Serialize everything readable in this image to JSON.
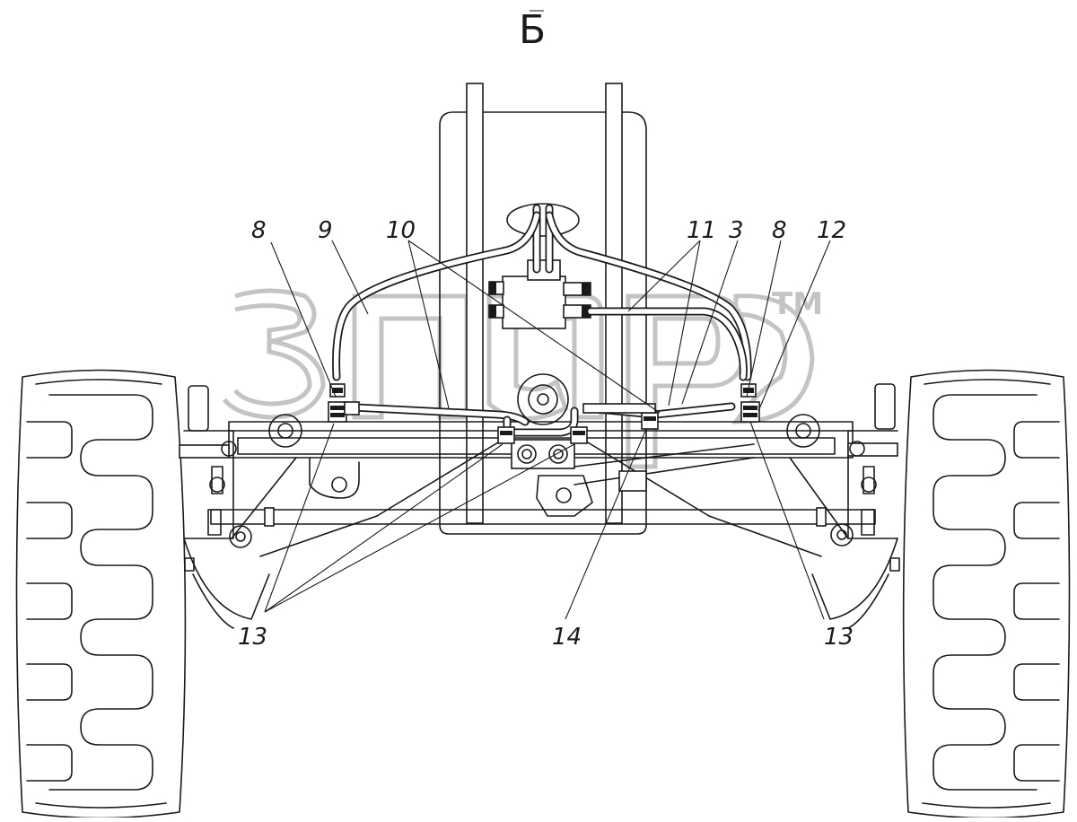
{
  "view_label": "Б",
  "watermark": {
    "trademark": "TM"
  },
  "callouts": [
    {
      "id": "c8l",
      "text": "8"
    },
    {
      "id": "c9",
      "text": "9"
    },
    {
      "id": "c10",
      "text": "10"
    },
    {
      "id": "c11",
      "text": "11"
    },
    {
      "id": "c3",
      "text": "3"
    },
    {
      "id": "c8r",
      "text": "8"
    },
    {
      "id": "c12",
      "text": "12"
    },
    {
      "id": "c13l",
      "text": "13"
    },
    {
      "id": "c14",
      "text": "14"
    },
    {
      "id": "c13r",
      "text": "13"
    }
  ],
  "colors": {
    "line": "#1a1a1a",
    "watermark": "#c4c4c4",
    "background": "#ffffff"
  }
}
